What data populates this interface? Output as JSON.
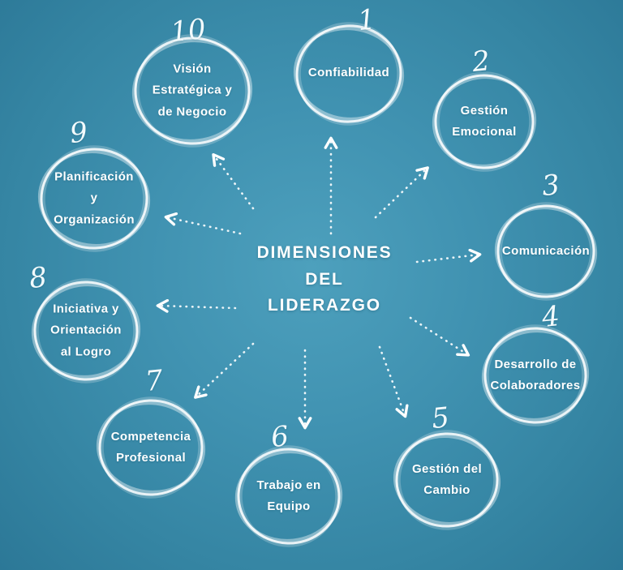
{
  "title": {
    "lines": [
      "DIMENSIONES",
      "DEL",
      "LIDERAZGO"
    ]
  },
  "nodes": [
    {
      "number": "1",
      "label": "Confiabilidad"
    },
    {
      "number": "2",
      "label": "Gestión Emocional"
    },
    {
      "number": "3",
      "label": "Comunicación"
    },
    {
      "number": "4",
      "label": "Desarrollo de Colaboradores"
    },
    {
      "number": "5",
      "label": "Gestión del Cambio"
    },
    {
      "number": "6",
      "label": "Trabajo en Equipo"
    },
    {
      "number": "7",
      "label": "Competencia Profesional"
    },
    {
      "number": "8",
      "label": "Iniciativa y Orientación al Logro"
    },
    {
      "number": "9",
      "label": "Planificación y Organización"
    },
    {
      "number": "10",
      "label": "Visión Estratégica y de Negocio"
    }
  ],
  "colors": {
    "background_center": "#4da0bd",
    "background_edge": "#2c7897",
    "stroke": "#ffffff",
    "text": "#ffffff"
  }
}
